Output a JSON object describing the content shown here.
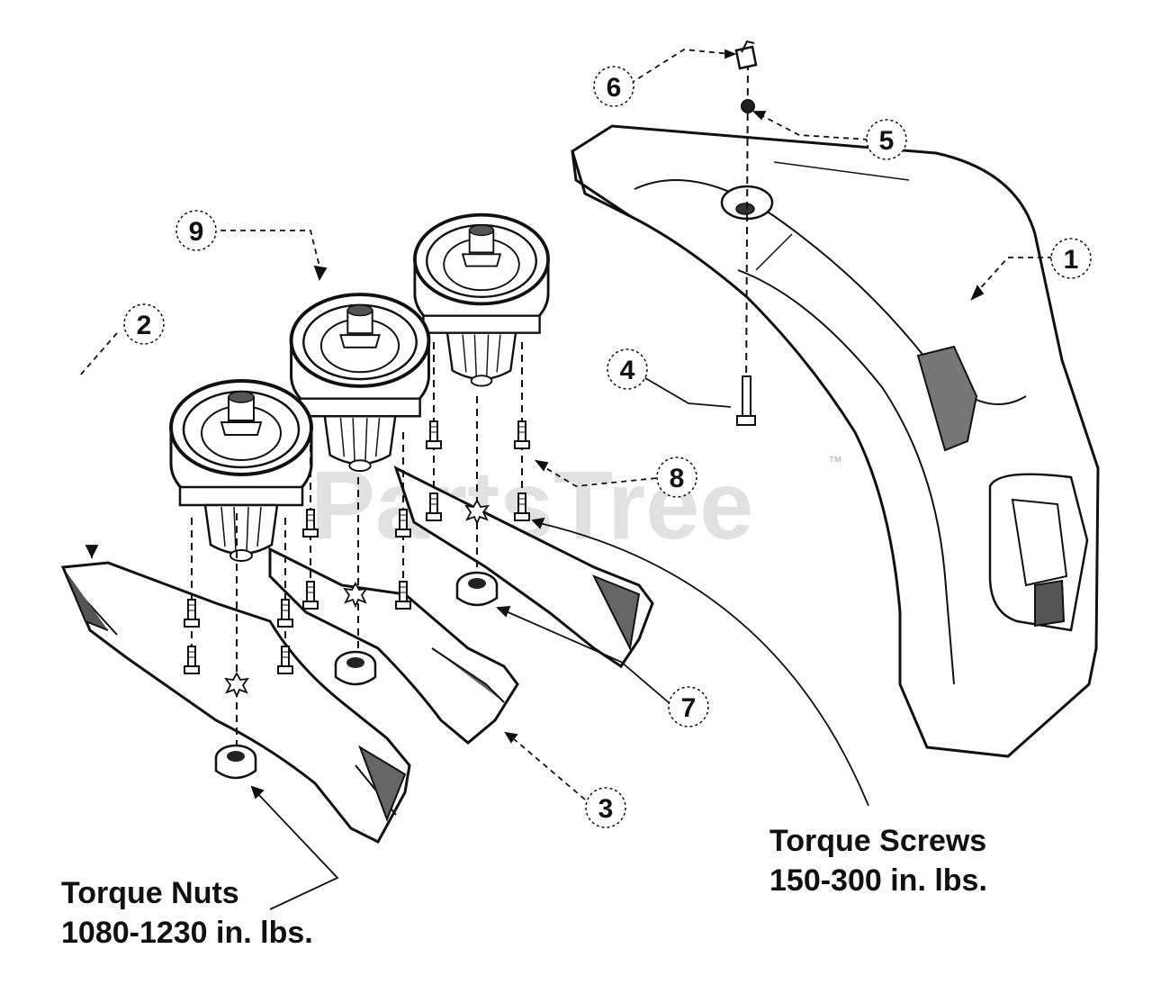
{
  "callouts": [
    {
      "id": "1",
      "label": "1"
    },
    {
      "id": "2",
      "label": "2"
    },
    {
      "id": "3",
      "label": "3"
    },
    {
      "id": "4",
      "label": "4"
    },
    {
      "id": "5",
      "label": "5"
    },
    {
      "id": "6",
      "label": "6"
    },
    {
      "id": "7",
      "label": "7"
    },
    {
      "id": "8",
      "label": "8"
    },
    {
      "id": "9",
      "label": "9"
    }
  ],
  "notes": {
    "torque_nuts": {
      "line1": "Torque Nuts",
      "line2": "1080-1230 in. lbs."
    },
    "torque_screws": {
      "line1": "Torque Screws",
      "line2": "150-300 in. lbs."
    }
  },
  "watermark": {
    "text": "PartsTree",
    "trademark": "™"
  },
  "colors": {
    "ink": "#111111",
    "watermark": "#c9c9c9",
    "background": "#ffffff"
  }
}
